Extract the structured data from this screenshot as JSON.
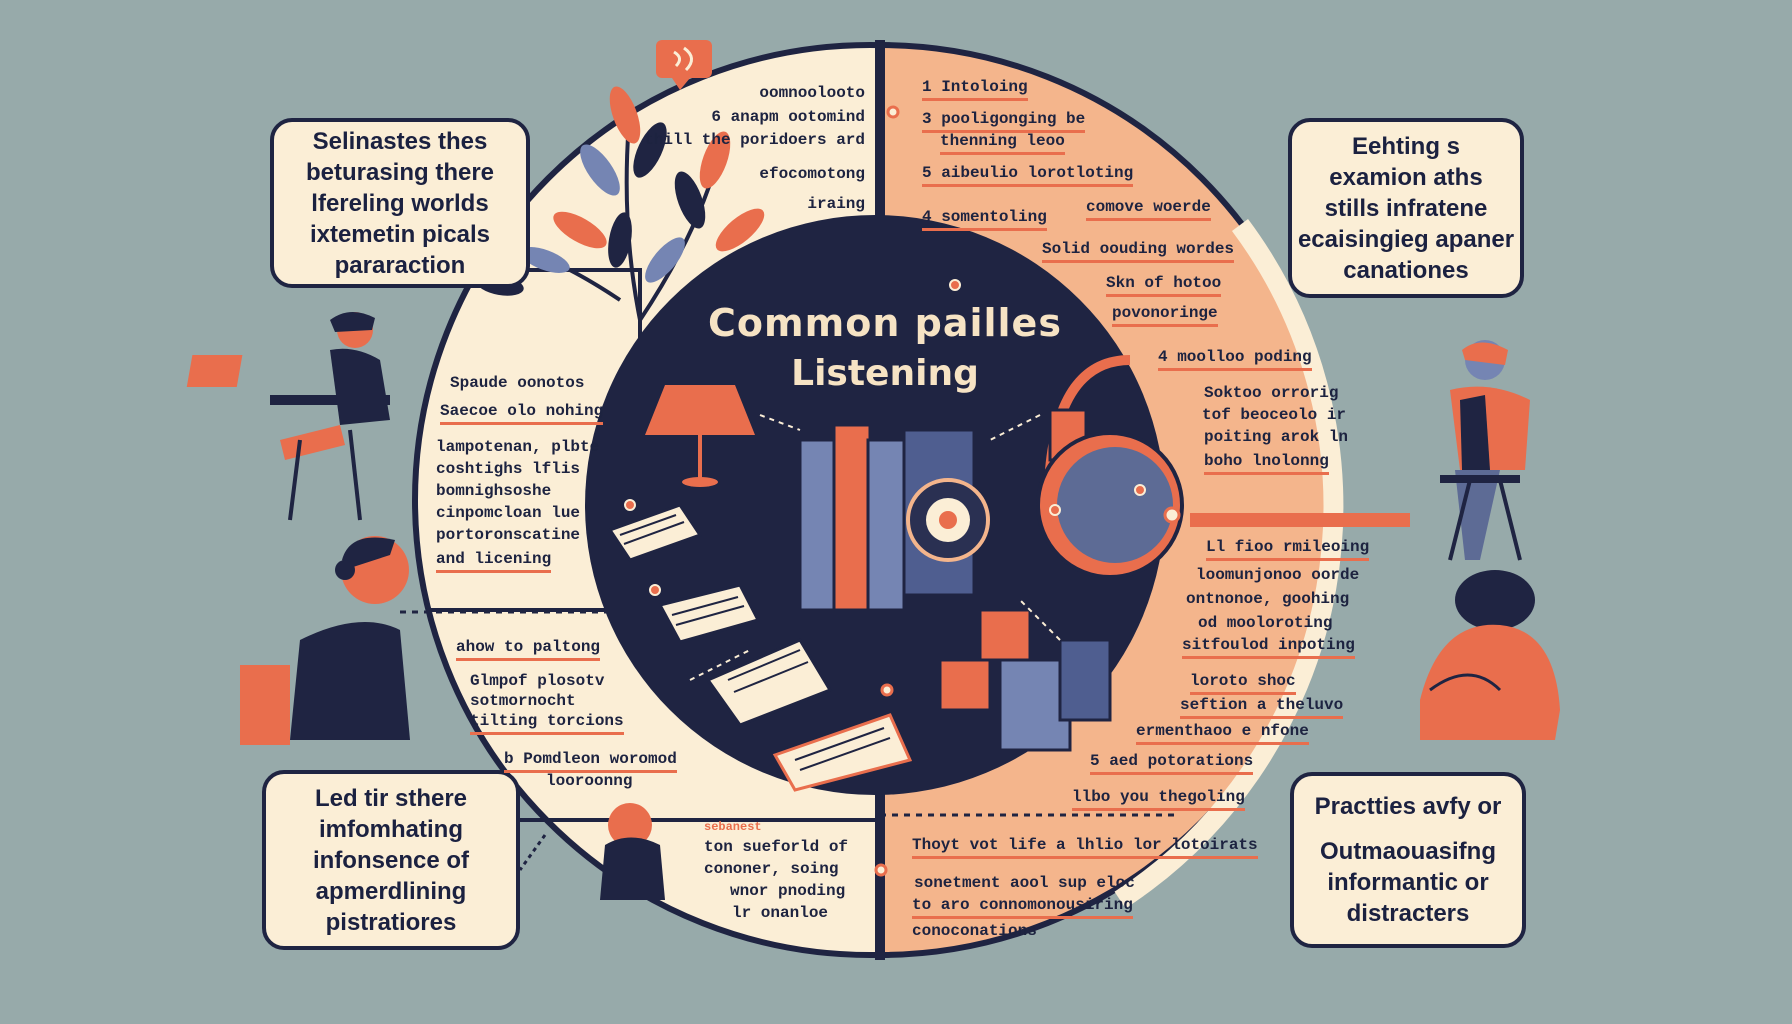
{
  "diagram": {
    "title_line1": "Common pailles",
    "title_line2": "Listening",
    "bubbles": {
      "top_left": [
        "Selinastes thes",
        "beturasing there",
        "lfereling worlds",
        "ixtemetin picals",
        "pararaction"
      ],
      "top_right": [
        "Eehting s",
        "examion aths",
        "stills infratene",
        "ecaisingieg apaner",
        "canationes"
      ],
      "bottom_left": [
        "Led tir sthere",
        "imfomhating",
        "infonsence of",
        "apmerdlining",
        "pistratiores"
      ],
      "bottom_right": [
        "Practties avfy or",
        "Outmaouasifng",
        "informantic or",
        "distracters"
      ]
    },
    "top_left_block": [
      "oomnoolooto",
      "6 anapm ootomind",
      "thill the poridoers ard",
      "efocomotong",
      "iraing"
    ],
    "left_mid_block": [
      "Spaude oonotos",
      "Saecoe olo nohing",
      "lampotenan, plbte",
      "coshtighs lflis",
      "bomnighsoshe",
      "cinpomcloan lue",
      "portoronscatine",
      "and licening"
    ],
    "left_low_block": [
      "ahow to paltong",
      "Glmpof plosotv",
      "sotmornocht",
      "tilting torcions",
      "b Pomdleon woromod",
      "looroonng"
    ],
    "bottom_mid_block": [
      "sebanest",
      "ton sueforld of",
      "cononer, soing",
      "wnor pnoding",
      "lr onanloe"
    ],
    "right_top_block": [
      "1 Intoloing",
      "3 pooligonging be",
      "thenning leoo",
      "5 aibeulio lorotloting",
      "4 somentoling",
      "comove woerde",
      "Solid oouding wordes",
      "Skn of hotoo",
      "povonoringe",
      "4 moolloo poding"
    ],
    "right_mid_block": [
      "Soktoo orrorig",
      "tof beoceolo ir",
      "poiting arok ln",
      "boho lnolonng"
    ],
    "right_low_block": [
      "Ll fioo rmileoing",
      "loomunjonoo oorde",
      "ontnonoe, goohing",
      "od mooloroting",
      "sitfoulod inpoting",
      "loroto shoc",
      "seftion a theluvo",
      "ermenthaoo e nfone",
      "5 aed potorations",
      "llbo you thegoling"
    ],
    "bottom_right_block": [
      "Thoyt vot life a lhlio lor lotoirats",
      "sonetment aool sup eloc",
      "to aro connomonousiring",
      "conoconations"
    ],
    "colors": {
      "background": "#97aaaa",
      "navy": "#1f2442",
      "cream": "#fbeed6",
      "peach": "#f4b58c",
      "orange": "#e96e4d",
      "blue": "#7585b3"
    }
  }
}
